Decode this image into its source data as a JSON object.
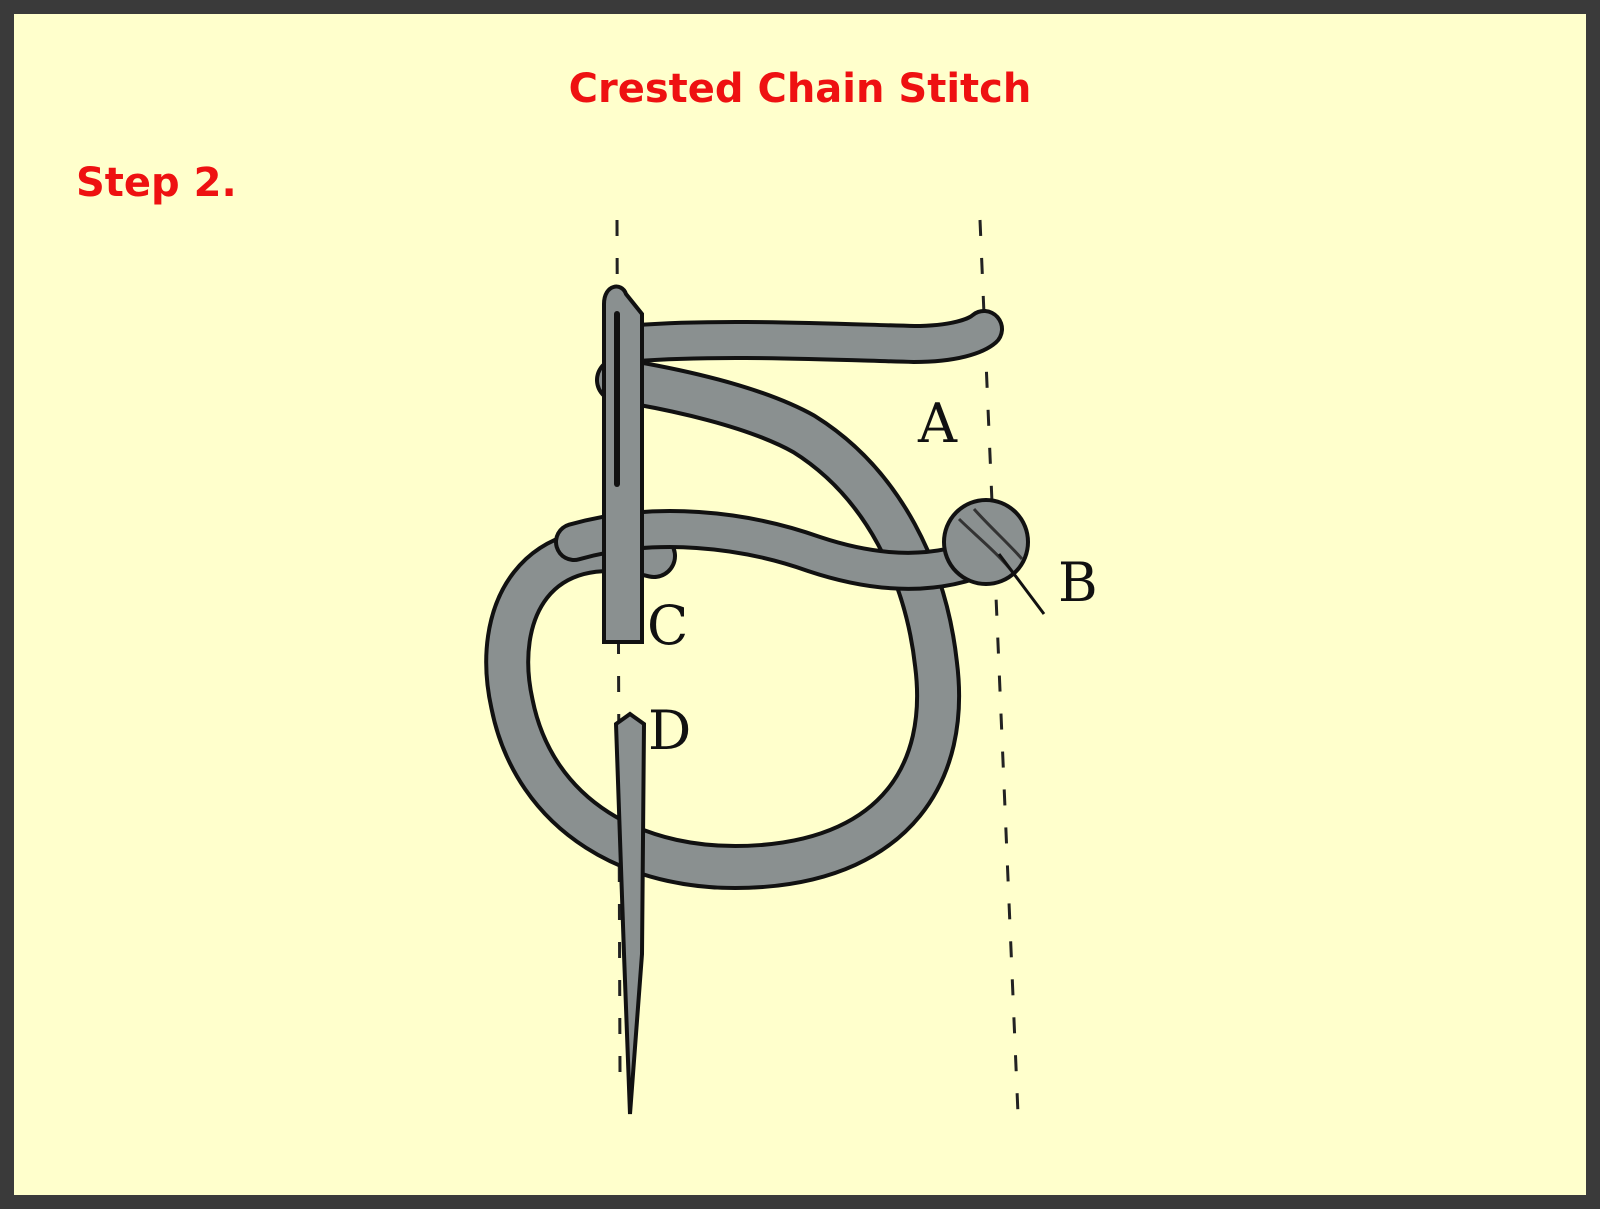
{
  "title": "Crested Chain Stitch",
  "step": "Step 2.",
  "labels": {
    "a": "A",
    "b": "B",
    "c": "C",
    "d": "D"
  },
  "colors": {
    "background": "#ffffcc",
    "frame": "#3a3a3a",
    "heading": "#ee1111",
    "thread": "#8a9090",
    "outline": "#111111"
  }
}
